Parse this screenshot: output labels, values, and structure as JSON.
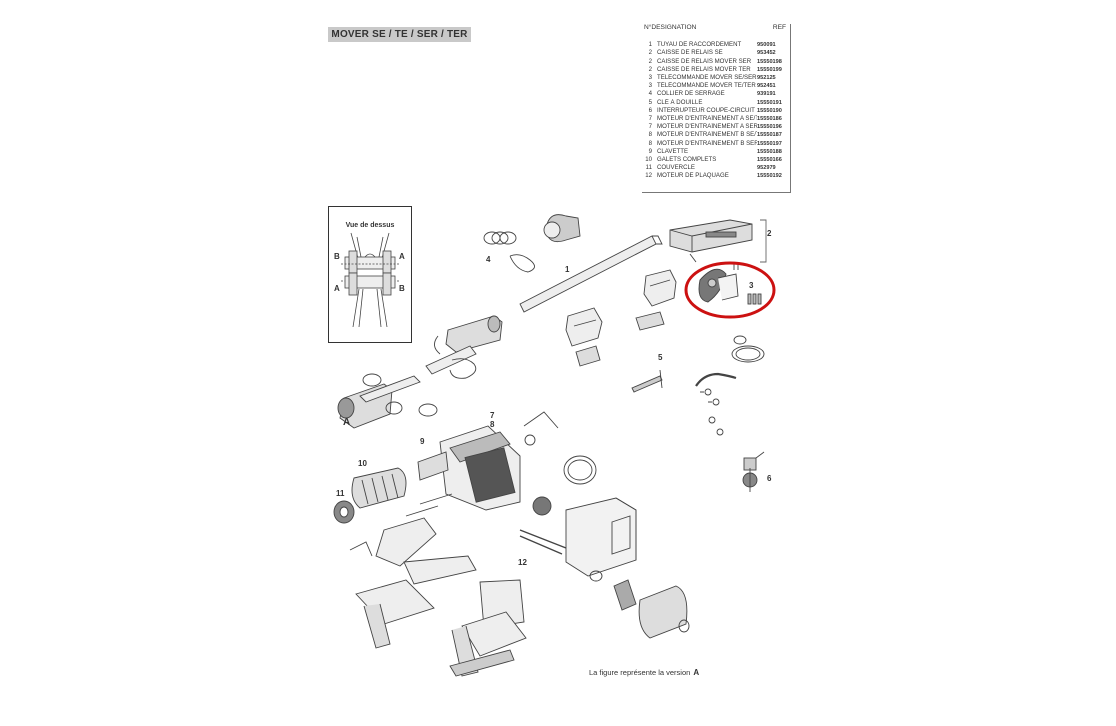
{
  "header": {
    "title": "MOVER SE / TE / SER / TER"
  },
  "parts_table": {
    "col_designation": "N°DESIGNATION",
    "col_ref": "REF",
    "rows": [
      {
        "n": "1",
        "designation": "TUYAU DE RACCORDEMENT",
        "ref": "950091"
      },
      {
        "n": "2",
        "designation": "CAISSE DE RELAIS SE",
        "ref": "953452"
      },
      {
        "n": "2",
        "designation": "CAISSE DE RELAIS MOVER SER",
        "ref": "15550198"
      },
      {
        "n": "2",
        "designation": "CAISSE DE RELAIS MOVER TER",
        "ref": "15550199"
      },
      {
        "n": "3",
        "designation": "TÉLÉCOMMANDE MOVER SE/SER",
        "ref": "952125"
      },
      {
        "n": "3",
        "designation": "TÉLÉCOMMANDE MOVER TE/TER",
        "ref": "952451"
      },
      {
        "n": "4",
        "designation": "COLLIER DE SERRAGE",
        "ref": "939191"
      },
      {
        "n": "5",
        "designation": "CLÉ À DOUILLE",
        "ref": "15550191"
      },
      {
        "n": "6",
        "designation": "INTERRUPTEUR COUPE-CIRCUIT",
        "ref": "15550190"
      },
      {
        "n": "7",
        "designation": "MOTEUR D'ENTRAÎNEMENT A SE/TE",
        "ref": "15550186"
      },
      {
        "n": "7",
        "designation": "MOTEUR D'ENTRAÎNEMENT A SER/TER",
        "ref": "15550196"
      },
      {
        "n": "8",
        "designation": "MOTEUR D'ENTRAÎNEMENT B SE/TE",
        "ref": "15550187"
      },
      {
        "n": "8",
        "designation": "MOTEUR D'ENTRAÎNEMENT B SER/TER",
        "ref": "15550197"
      },
      {
        "n": "9",
        "designation": "CLAVETTE",
        "ref": "15550188"
      },
      {
        "n": "10",
        "designation": "GALETS COMPLETS",
        "ref": "15550166"
      },
      {
        "n": "11",
        "designation": "COUVERCLE",
        "ref": "952979"
      },
      {
        "n": "12",
        "designation": "MOTEUR DE PLAQUAGE",
        "ref": "15550192"
      }
    ]
  },
  "inset": {
    "title": "Vue de dessus",
    "labels": {
      "b_left_top": "B",
      "a_right_top": "A",
      "a_left_bottom": "A",
      "b_right_bottom": "B"
    }
  },
  "callouts": {
    "c1": "1",
    "c2": "2",
    "c3": "3",
    "c4": "4",
    "c5": "5",
    "c6": "6",
    "c7": "7",
    "c8": "8",
    "c9": "9",
    "c10": "10",
    "c11": "11",
    "c12": "12",
    "cA": "A"
  },
  "caption": {
    "text": "La figure représente  la version",
    "version": "A"
  },
  "colors": {
    "line": "#444444",
    "fill_light": "#eeeeee",
    "fill_mid": "#bbbbbb",
    "fill_dark": "#666666",
    "highlight": "#cc1111",
    "badge": "#c9c9c9"
  }
}
